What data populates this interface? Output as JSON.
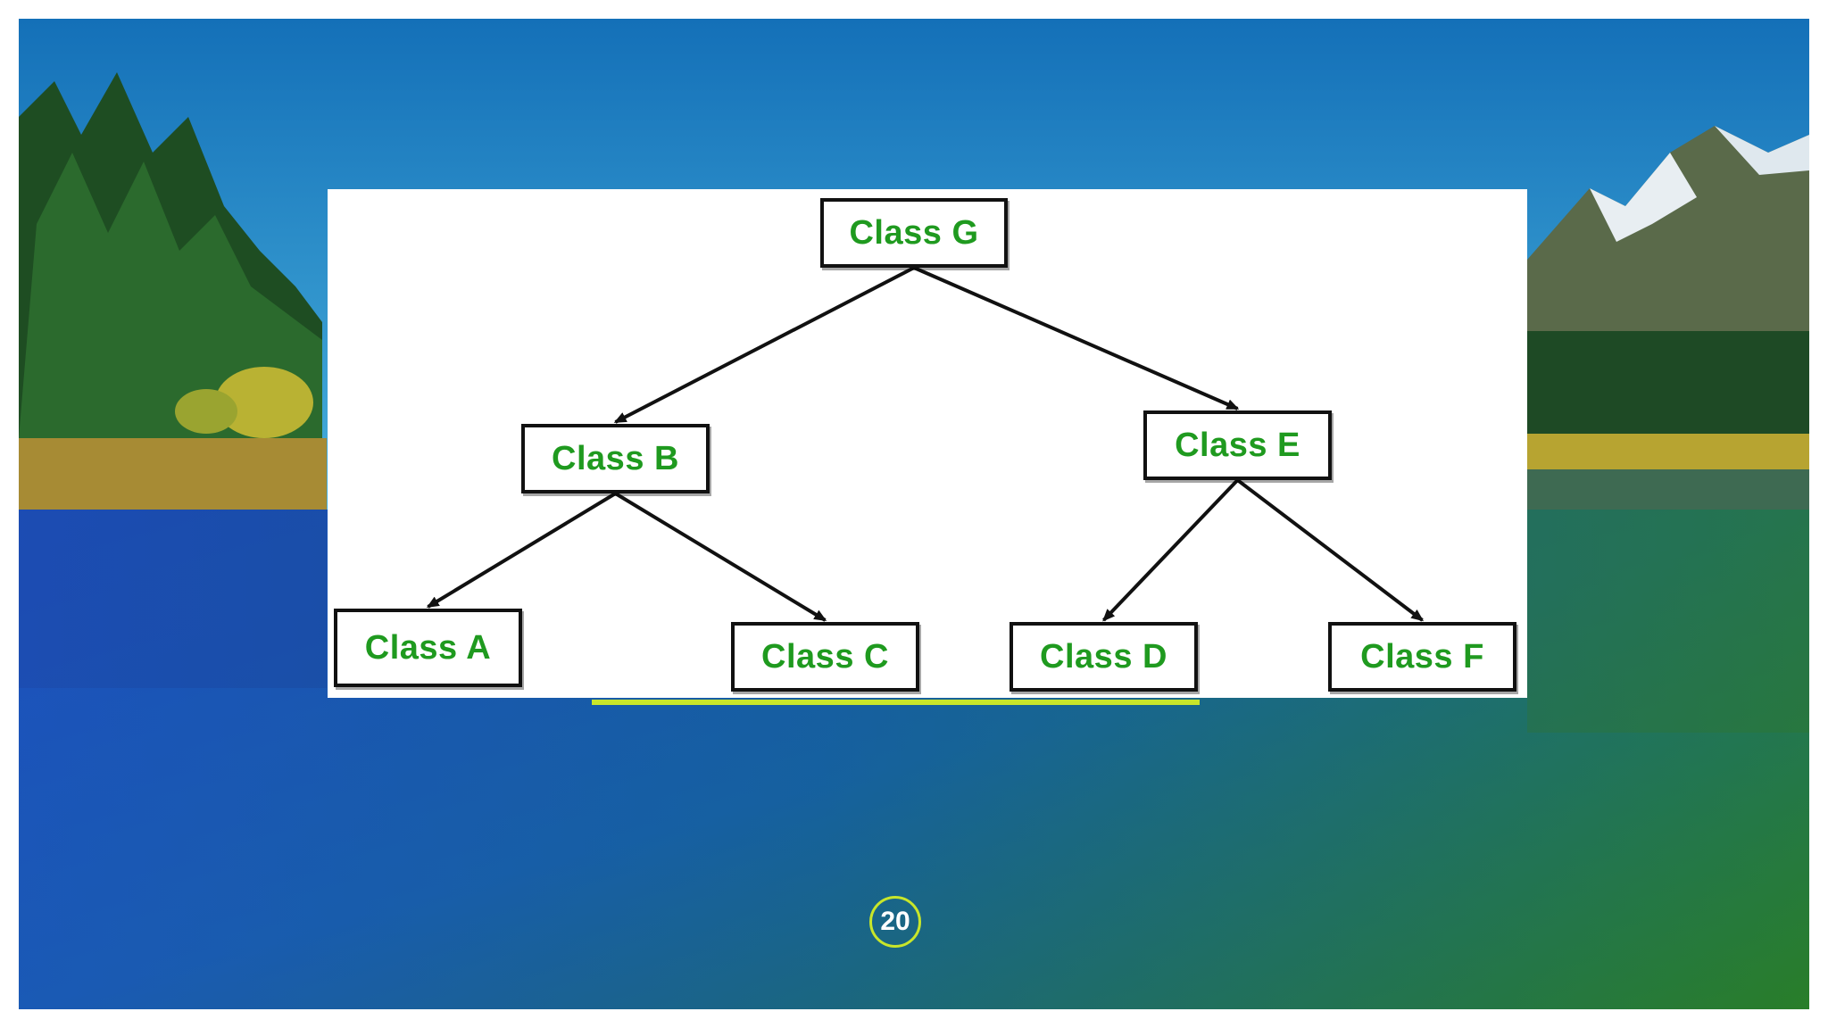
{
  "diagram": {
    "nodes": [
      {
        "id": "g",
        "label": "Class G"
      },
      {
        "id": "b",
        "label": "Class B"
      },
      {
        "id": "e",
        "label": "Class E"
      },
      {
        "id": "a",
        "label": "Class A"
      },
      {
        "id": "c",
        "label": "Class C"
      },
      {
        "id": "d",
        "label": "Class D"
      },
      {
        "id": "f",
        "label": "Class F"
      }
    ],
    "edges": [
      {
        "from": "g",
        "to": "b"
      },
      {
        "from": "g",
        "to": "e"
      },
      {
        "from": "b",
        "to": "a"
      },
      {
        "from": "b",
        "to": "c"
      },
      {
        "from": "e",
        "to": "d"
      },
      {
        "from": "e",
        "to": "f"
      }
    ],
    "colors": {
      "label": "#1f9a1f",
      "border": "#111111",
      "arrow": "#111111"
    }
  },
  "slide": {
    "page_number": "20",
    "accent_color": "#c8e62a"
  }
}
